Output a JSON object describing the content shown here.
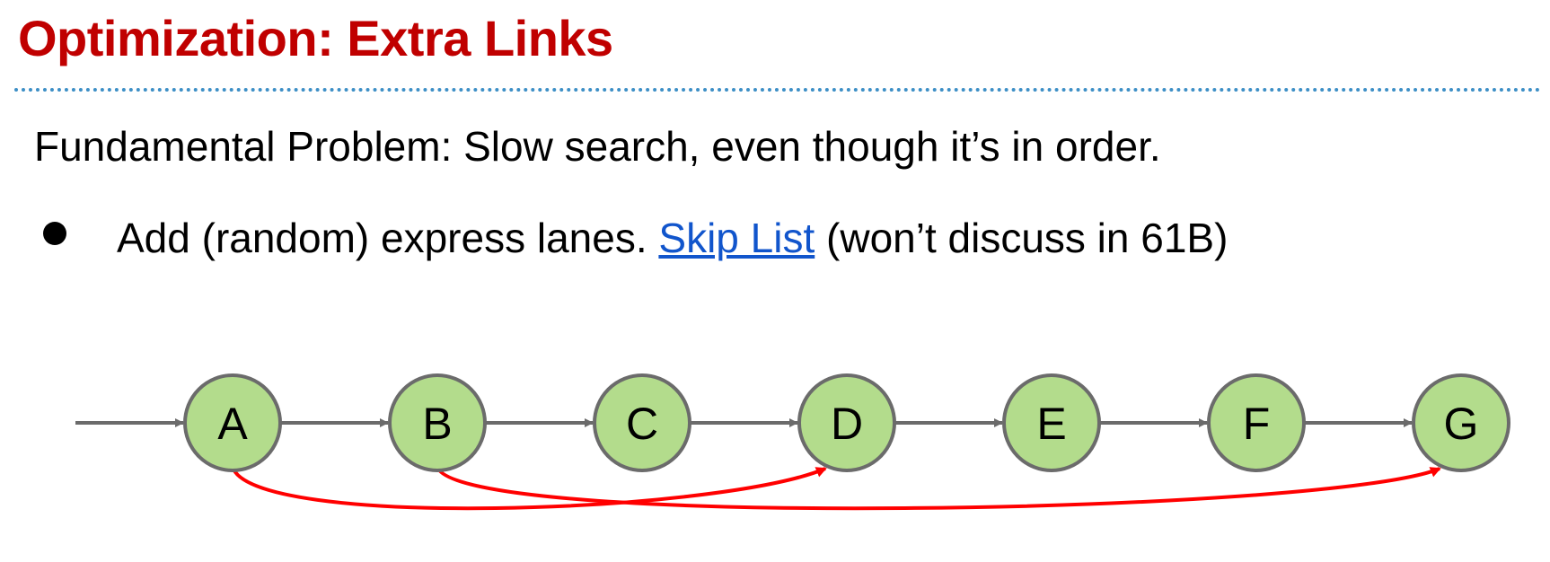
{
  "slide": {
    "title": "Optimization: Extra Links",
    "problem": "Fundamental Problem: Slow search, even though it’s in order.",
    "bullet": {
      "prefix": "Add (random) express lanes. ",
      "link": "Skip List",
      "suffix": " (won’t discuss in 61B)"
    }
  },
  "diagram": {
    "nodes": [
      "A",
      "B",
      "C",
      "D",
      "E",
      "F",
      "G"
    ],
    "express_links": [
      {
        "from": "A",
        "to": "D"
      },
      {
        "from": "B",
        "to": "G"
      }
    ],
    "colors": {
      "node_fill": "#b3dc8c",
      "node_stroke": "#6b6b6b",
      "arrow": "#6b6b6b",
      "express_arrow": "#ff0000"
    }
  }
}
